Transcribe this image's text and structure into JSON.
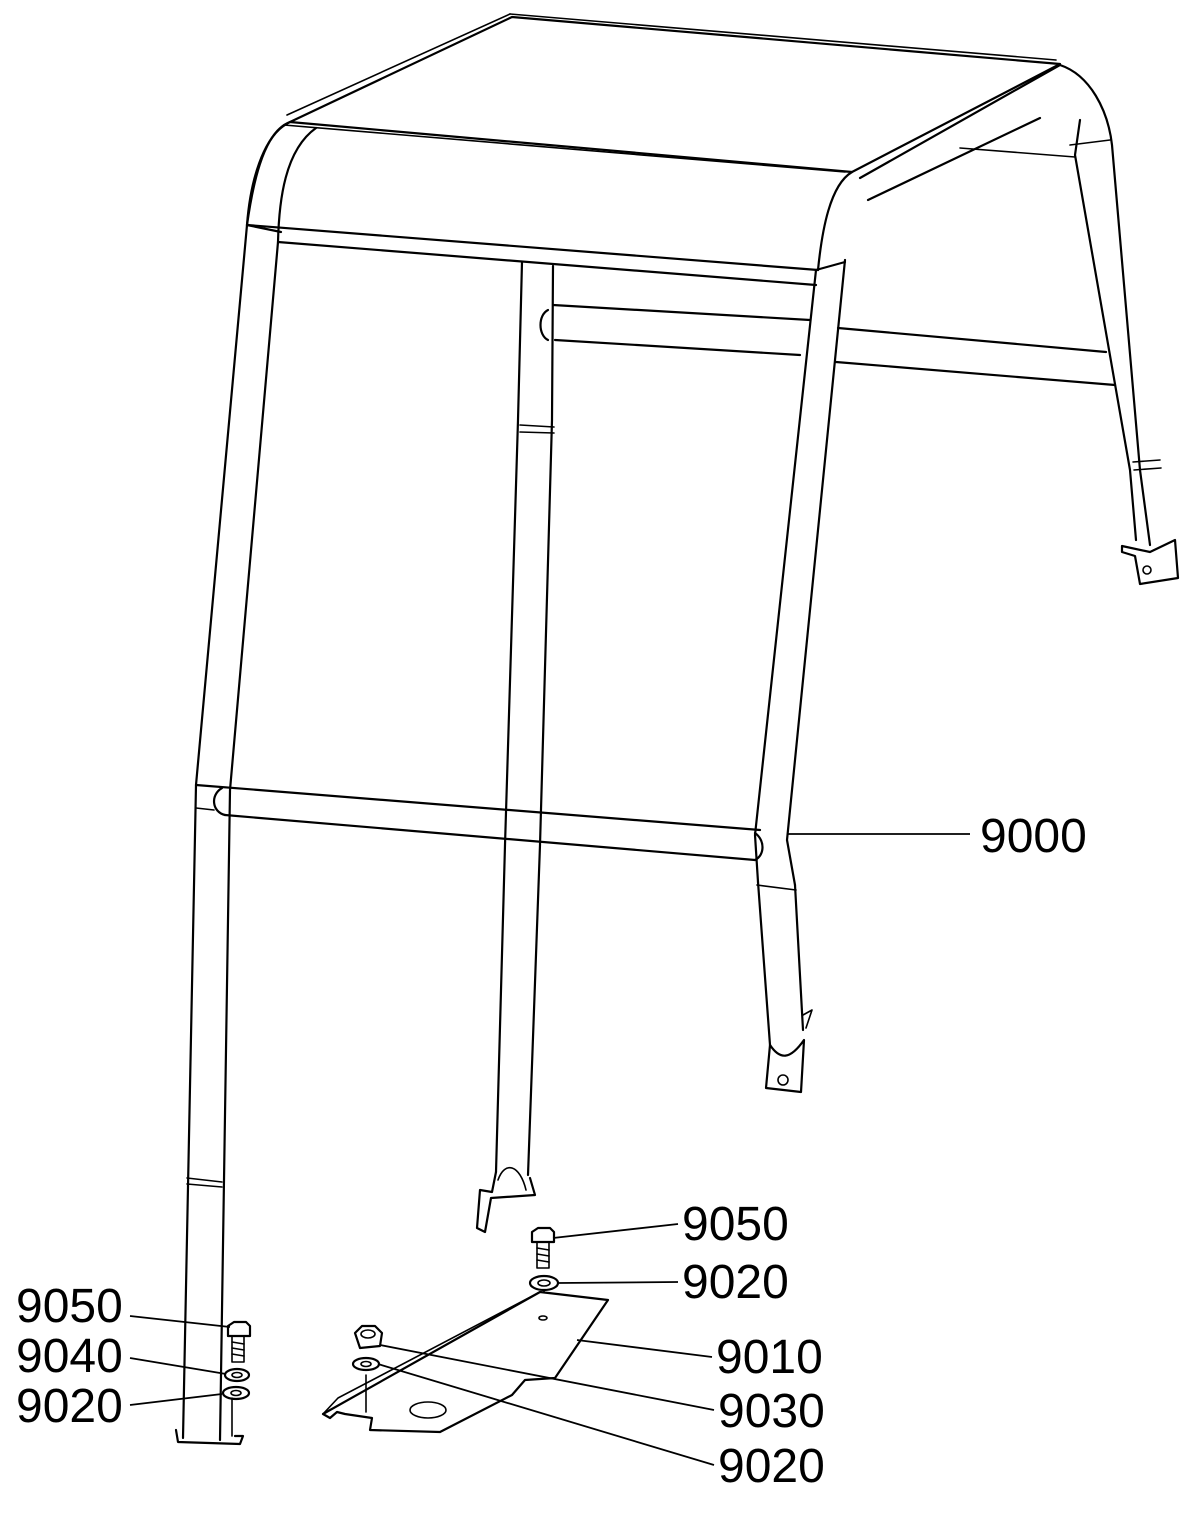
{
  "diagram": {
    "callouts": [
      {
        "id": "top-right-frame",
        "text": "9000"
      },
      {
        "id": "mid-bolt",
        "text": "9050"
      },
      {
        "id": "mid-washer",
        "text": "9020"
      },
      {
        "id": "plate",
        "text": "9010"
      },
      {
        "id": "nut",
        "text": "9030"
      },
      {
        "id": "lower-washer",
        "text": "9020"
      },
      {
        "id": "left-bolt",
        "text": "9050"
      },
      {
        "id": "left-lockwasher",
        "text": "9040"
      },
      {
        "id": "left-washer",
        "text": "9020"
      }
    ]
  }
}
